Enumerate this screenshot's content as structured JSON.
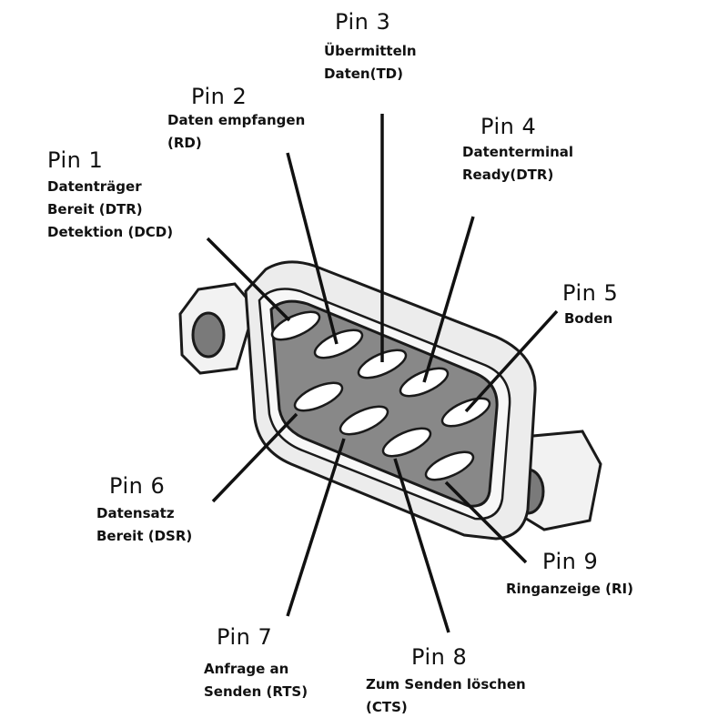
{
  "pins": [
    {
      "id": 1,
      "title": "Pin 1",
      "description": "Datenträger\nBereit (DTR)\nDetektion (DCD)"
    },
    {
      "id": 2,
      "title": "Pin 2",
      "description": "Daten empfangen\n(RD)"
    },
    {
      "id": 3,
      "title": "Pin 3",
      "description": "Übermitteln\nDaten(TD)"
    },
    {
      "id": 4,
      "title": "Pin 4",
      "description": "Datenterminal\nReady(DTR)"
    },
    {
      "id": 5,
      "title": "Pin 5",
      "description": "Boden"
    },
    {
      "id": 6,
      "title": "Pin 6",
      "description": "Datensatz\nBereit (DSR)"
    },
    {
      "id": 7,
      "title": "Pin 7",
      "description": "Anfrage an\nSenden (RTS)"
    },
    {
      "id": 8,
      "title": "Pin 8",
      "description": "Zum Senden löschen\n(CTS)"
    },
    {
      "id": 9,
      "title": "Pin 9",
      "description": "Ringanzeige (RI)"
    }
  ]
}
